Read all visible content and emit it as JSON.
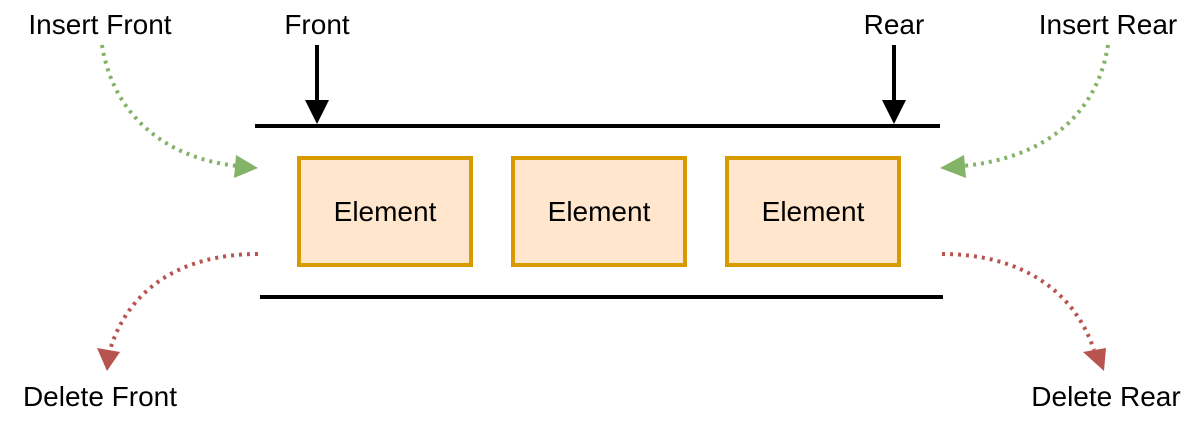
{
  "labels": {
    "insert_front": "Insert Front",
    "front": "Front",
    "rear": "Rear",
    "insert_rear": "Insert Rear",
    "delete_front": "Delete Front",
    "delete_rear": "Delete Rear"
  },
  "elements": [
    {
      "label": "Element"
    },
    {
      "label": "Element"
    },
    {
      "label": "Element"
    }
  ],
  "colors": {
    "insert_arrow": "#82b366",
    "delete_arrow": "#b85450",
    "element_fill": "#ffe6cc",
    "element_border": "#d79b00",
    "line": "#000000"
  }
}
